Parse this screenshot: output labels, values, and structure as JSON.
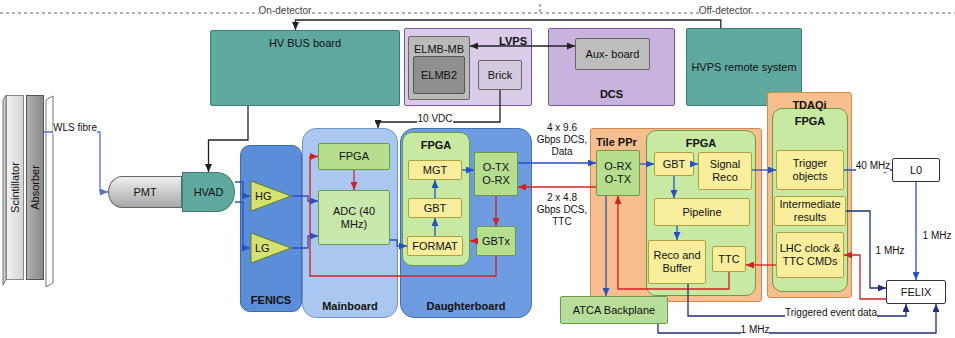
{
  "diagram": {
    "nodes": [
      {
        "text": [
          "HV BUS board"
        ]
      },
      {
        "text": [
          "LVPS"
        ]
      },
      {
        "text": [
          "ELMB-MB"
        ],
        "in": 1
      },
      {
        "text": [
          "ELMB2"
        ],
        "in": 2
      },
      {
        "text": [
          "Brick"
        ],
        "in": 1
      },
      {
        "text": [
          "DCS"
        ]
      },
      {
        "text": [
          "Aux- board"
        ],
        "in": 5
      },
      {
        "text": [
          "HVPS remote system"
        ]
      },
      {
        "text": [
          "Scintillator"
        ]
      },
      {
        "text": [
          "Absorber"
        ]
      },
      {
        "text": [
          "PMT"
        ]
      },
      {
        "text": [
          "HVAD"
        ]
      },
      {
        "text": [
          "FENICS"
        ]
      },
      {
        "text": [
          "HG"
        ],
        "in": 12
      },
      {
        "text": [
          "LG"
        ],
        "in": 12
      },
      {
        "text": [
          "Mainboard"
        ]
      },
      {
        "text": [
          "FPGA"
        ],
        "in": 15
      },
      {
        "text": [
          "ADC (40 MHz)"
        ],
        "in": 15
      },
      {
        "text": [
          "Daughterboard"
        ]
      },
      {
        "text": [
          "FPGA"
        ],
        "in": 18
      },
      {
        "text": [
          "MGT"
        ],
        "in": 19
      },
      {
        "text": [
          "GBT"
        ],
        "in": 19
      },
      {
        "text": [
          "FORMAT"
        ],
        "in": 19
      },
      {
        "text": [
          "O-TX O-RX"
        ],
        "in": 18
      },
      {
        "text": [
          "GBTx"
        ],
        "in": 18
      },
      {
        "text": [
          "Tile PPr"
        ]
      },
      {
        "text": [
          "O-RX O-TX"
        ],
        "in": 25
      },
      {
        "text": [
          "FPGA"
        ],
        "in": 25
      },
      {
        "text": [
          "GBT"
        ],
        "in": 27
      },
      {
        "text": [
          "Signal Reco"
        ],
        "in": 27
      },
      {
        "text": [
          "Pipeline"
        ],
        "in": 27
      },
      {
        "text": [
          "Reco and Buffer"
        ],
        "in": 27
      },
      {
        "text": [
          "TTC"
        ],
        "in": 27
      },
      {
        "text": [
          "ATCA Backplane"
        ]
      },
      {
        "text": [
          "TDAQi"
        ]
      },
      {
        "text": [
          "FPGA"
        ],
        "in": 34
      },
      {
        "text": [
          "Trigger objects"
        ],
        "in": 35
      },
      {
        "text": [
          "Intermediate results"
        ],
        "in": 35
      },
      {
        "text": [
          "LHC clock & TTC CMDs"
        ],
        "in": 35
      },
      {
        "text": [
          "L0"
        ]
      },
      {
        "text": [
          "FELIX"
        ]
      }
    ],
    "edges": [
      {
        "from": 7,
        "to": 0,
        "arrow": "to"
      },
      {
        "from": 0,
        "to": 11,
        "arrow": "to"
      },
      {
        "from": 2,
        "to": 6,
        "arrow": "both"
      },
      {
        "from": 4,
        "to": 15,
        "arrow": "to",
        "label": "10 VDC"
      },
      {
        "from": 9,
        "to": 10,
        "arrow": "to",
        "label": "WLS fibre"
      },
      {
        "from": 11,
        "to": 13,
        "arrow": "to"
      },
      {
        "from": 11,
        "to": 14,
        "arrow": "to"
      },
      {
        "from": 13,
        "to": 17,
        "arrow": "to"
      },
      {
        "from": 14,
        "to": 17,
        "arrow": "to"
      },
      {
        "from": 16,
        "to": 17,
        "arrow": "to"
      },
      {
        "from": 17,
        "to": 22,
        "arrow": "to"
      },
      {
        "from": 22,
        "to": 21,
        "arrow": "to"
      },
      {
        "from": 21,
        "to": 20,
        "arrow": "to"
      },
      {
        "from": 20,
        "to": 23,
        "arrow": "to"
      },
      {
        "from": 23,
        "to": 24,
        "arrow": "to"
      },
      {
        "from": 24,
        "to": 19,
        "arrow": "to"
      },
      {
        "from": 24,
        "to": 16,
        "arrow": "to"
      },
      {
        "from": 23,
        "to": 26,
        "arrow": "to",
        "label": "4 x 9.6 Gbps DCS, Data"
      },
      {
        "from": 26,
        "to": 23,
        "arrow": "to",
        "label": "2 x 4.8 Gbps DCS, TTC"
      },
      {
        "from": 26,
        "to": 28,
        "arrow": "to"
      },
      {
        "from": 28,
        "to": 29,
        "arrow": "to"
      },
      {
        "from": 28,
        "to": 30,
        "arrow": "to"
      },
      {
        "from": 30,
        "to": 31,
        "arrow": "to"
      },
      {
        "from": 32,
        "to": 26,
        "arrow": "to"
      },
      {
        "from": 26,
        "to": 33,
        "arrow": "to"
      },
      {
        "from": 29,
        "to": 36,
        "arrow": "to"
      },
      {
        "from": 36,
        "to": 39,
        "arrow": "to",
        "label": "40 MHz"
      },
      {
        "from": 39,
        "to": 40,
        "arrow": "to",
        "label": "1 MHz"
      },
      {
        "from": 37,
        "to": 40,
        "arrow": "to",
        "label": "1 MHz"
      },
      {
        "from": 40,
        "to": 38,
        "arrow": "to"
      },
      {
        "from": 38,
        "to": 32,
        "arrow": "to"
      },
      {
        "from": 31,
        "to": 40,
        "arrow": "to",
        "label": "Triggered event data"
      },
      {
        "from": 33,
        "to": 40,
        "arrow": "to",
        "label": "1 MHz"
      }
    ],
    "labels": [
      "On-detector",
      "Off-detector"
    ]
  }
}
